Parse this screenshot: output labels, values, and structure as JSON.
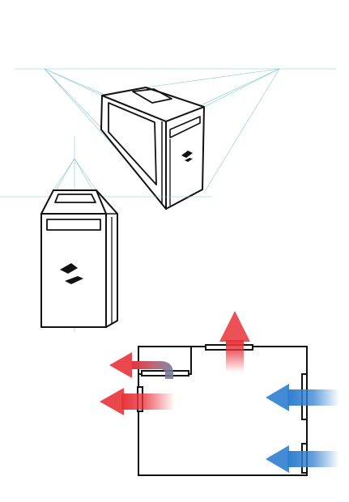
{
  "figures": [
    {
      "id": "three-point-perspective-case",
      "kind": "pc tower in three-point perspective"
    },
    {
      "id": "one-point-perspective-case",
      "kind": "pc tower in perspective from below-front"
    },
    {
      "id": "airflow-case-side",
      "kind": "pc case airflow side view"
    }
  ],
  "icons": {
    "vent": "vent-slash-icon",
    "arrow_hot": "arrow-hot-exhaust-icon",
    "arrow_cold": "arrow-cold-intake-icon"
  },
  "colors": {
    "background": "#ffffff",
    "outline": "#111111",
    "guide_lines": "#7fc8d6",
    "hot_air": "#e8333a",
    "cold_air": "#2f7fd0"
  }
}
